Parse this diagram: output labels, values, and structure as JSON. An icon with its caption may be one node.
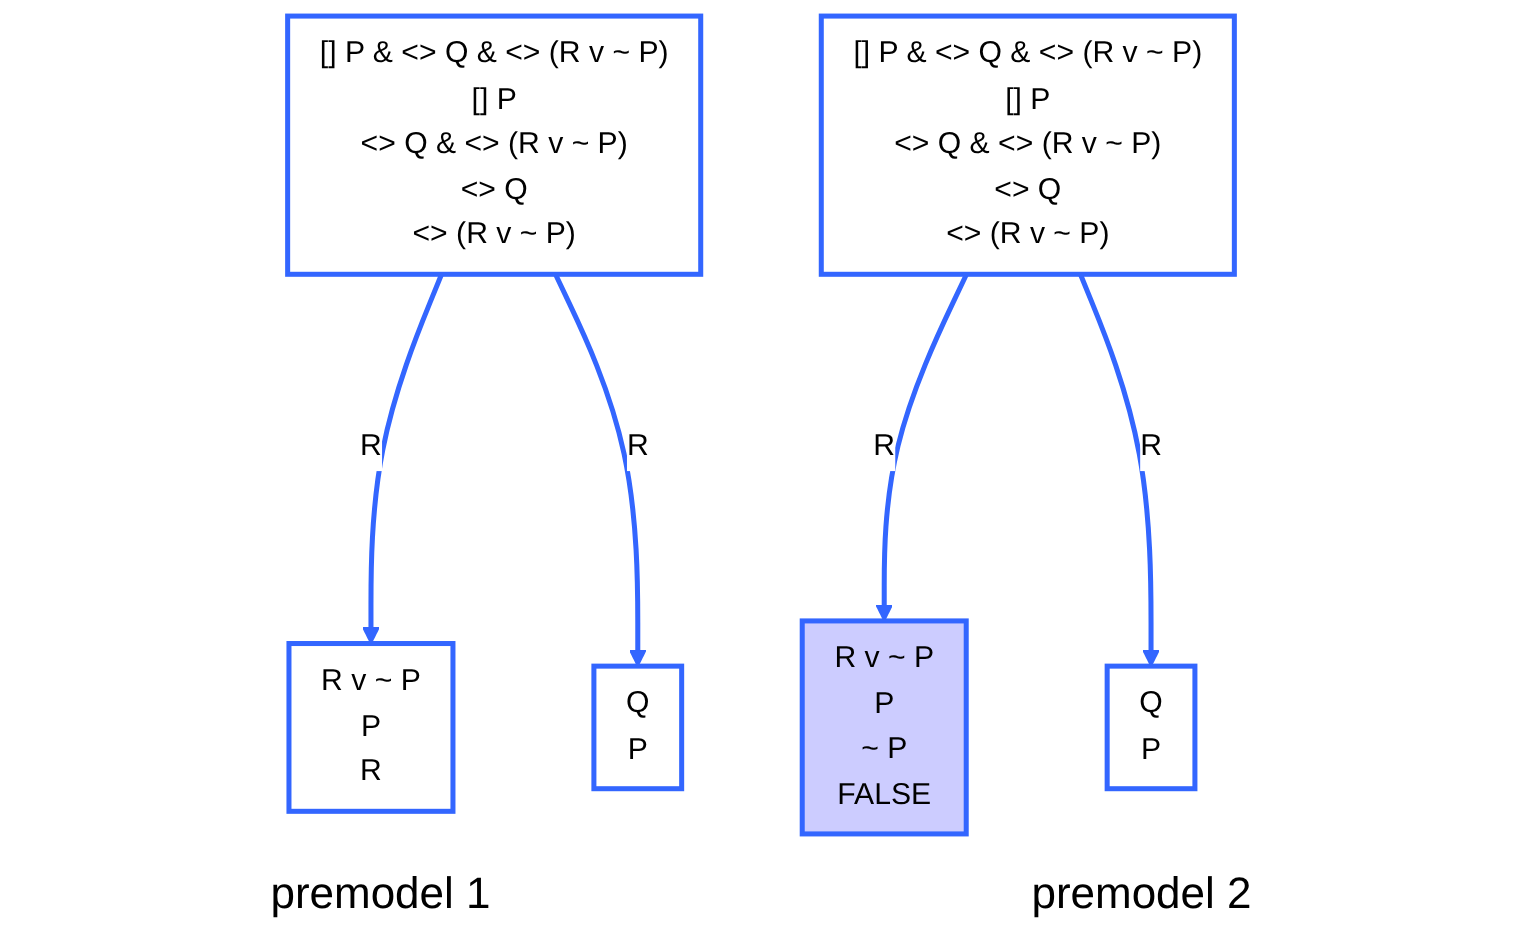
{
  "diagram": {
    "nodes": [
      {
        "text": [
          "[] P & <> Q & <> (R v ~ P)",
          "[] P",
          "<> Q & <> (R v ~ P)",
          "<> Q",
          "<> (R v ~ P)"
        ]
      },
      {
        "text": [
          "R v ~ P",
          "P",
          "R"
        ]
      },
      {
        "text": [
          "Q",
          "P"
        ]
      },
      {
        "text": [
          "[] P & <> Q & <> (R v ~ P)",
          "[] P",
          "<> Q & <> (R v ~ P)",
          "<> Q",
          "<> (R v ~ P)"
        ]
      },
      {
        "text": [
          "R v ~ P",
          "P",
          "~ P",
          "FALSE"
        ]
      },
      {
        "text": [
          "Q",
          "P"
        ]
      }
    ],
    "edges": [
      {
        "from": 0,
        "to": 1,
        "arrow": "to",
        "label": "R"
      },
      {
        "from": 0,
        "to": 2,
        "arrow": "to",
        "label": "R"
      },
      {
        "from": 3,
        "to": 4,
        "arrow": "to",
        "label": "R"
      },
      {
        "from": 3,
        "to": 5,
        "arrow": "to",
        "label": "R"
      }
    ],
    "labels": [
      "premodel 1",
      "premodel 2"
    ]
  }
}
